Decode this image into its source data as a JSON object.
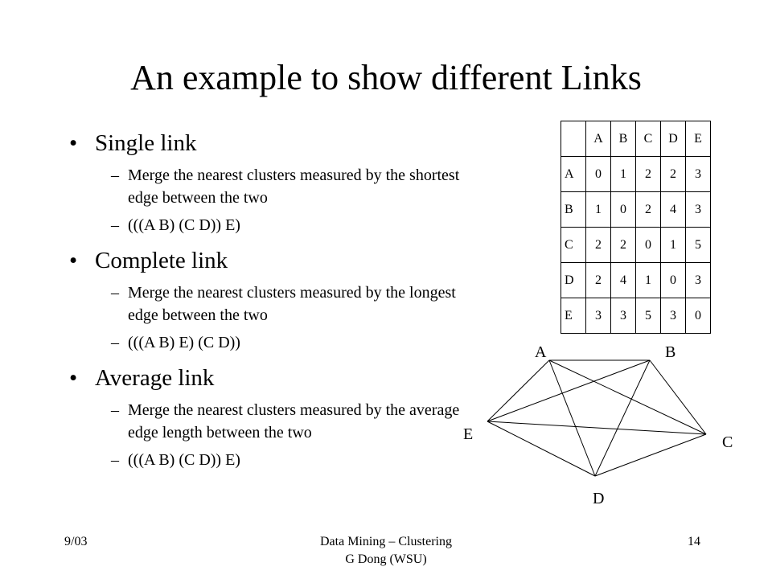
{
  "slide": {
    "title": "An example to show different Links",
    "sections": [
      {
        "heading": "Single link",
        "items": [
          "Merge the nearest clusters measured by the shortest edge between the two",
          "(((A B) (C D)) E)"
        ]
      },
      {
        "heading": "Complete link",
        "items": [
          "Merge the nearest clusters measured by the longest edge between the two",
          "(((A B) E) (C D))"
        ]
      },
      {
        "heading": "Average link",
        "items": [
          "Merge the nearest clusters measured by the average edge length between the two",
          "(((A B) (C D)) E)"
        ]
      }
    ],
    "bullet_symbol": "•",
    "dash_symbol": "–"
  },
  "distance_table": {
    "columns": [
      "A",
      "B",
      "C",
      "D",
      "E"
    ],
    "rows": [
      {
        "label": "A",
        "values": [
          "0",
          "1",
          "2",
          "2",
          "3"
        ]
      },
      {
        "label": "B",
        "values": [
          "1",
          "0",
          "2",
          "4",
          "3"
        ]
      },
      {
        "label": "C",
        "values": [
          "2",
          "2",
          "0",
          "1",
          "5"
        ]
      },
      {
        "label": "D",
        "values": [
          "2",
          "4",
          "1",
          "0",
          "3"
        ]
      },
      {
        "label": "E",
        "values": [
          "3",
          "3",
          "5",
          "3",
          "0"
        ]
      }
    ]
  },
  "graph": {
    "nodes": [
      "A",
      "B",
      "C",
      "D",
      "E"
    ]
  },
  "footer": {
    "date": "9/03",
    "course_line1": "Data Mining – Clustering",
    "course_line2": "G Dong (WSU)",
    "page": "14"
  }
}
